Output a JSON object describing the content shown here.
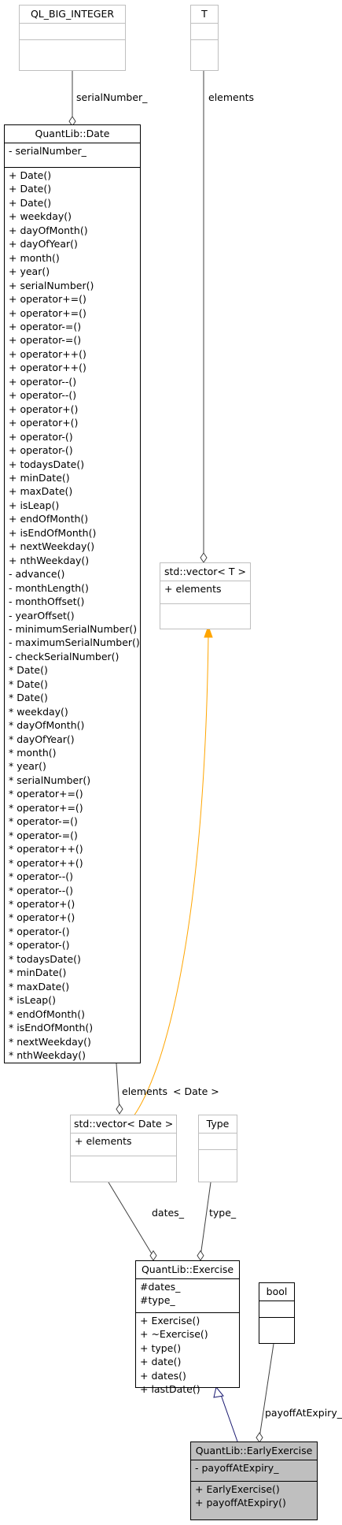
{
  "ql_big_integer": {
    "title": "QL_BIG_INTEGER"
  },
  "t_box": {
    "title": "T"
  },
  "date_box": {
    "title": "QuantLib::Date",
    "attributes": [
      "- serialNumber_"
    ],
    "methods": [
      "+ Date()",
      "+ Date()",
      "+ Date()",
      "+ weekday()",
      "+ dayOfMonth()",
      "+ dayOfYear()",
      "+ month()",
      "+ year()",
      "+ serialNumber()",
      "+ operator+=()",
      "+ operator+=()",
      "+ operator-=()",
      "+ operator-=()",
      "+ operator++()",
      "+ operator++()",
      "+ operator--()",
      "+ operator--()",
      "+ operator+()",
      "+ operator+()",
      "+ operator-()",
      "+ operator-()",
      "+ todaysDate()",
      "+ minDate()",
      "+ maxDate()",
      "+ isLeap()",
      "+ endOfMonth()",
      "+ isEndOfMonth()",
      "+ nextWeekday()",
      "+ nthWeekday()",
      "- advance()",
      "- monthLength()",
      "- monthOffset()",
      "- yearOffset()",
      "- minimumSerialNumber()",
      "- maximumSerialNumber()",
      "- checkSerialNumber()",
      "* Date()",
      "* Date()",
      "* Date()",
      "* weekday()",
      "* dayOfMonth()",
      "* dayOfYear()",
      "* month()",
      "* year()",
      "* serialNumber()",
      "* operator+=()",
      "* operator+=()",
      "* operator-=()",
      "* operator-=()",
      "* operator++()",
      "* operator++()",
      "* operator--()",
      "* operator--()",
      "* operator+()",
      "* operator+()",
      "* operator-()",
      "* operator-()",
      "* todaysDate()",
      "* minDate()",
      "* maxDate()",
      "* isLeap()",
      "* endOfMonth()",
      "* isEndOfMonth()",
      "* nextWeekday()",
      "* nthWeekday()"
    ]
  },
  "vector_t": {
    "title": "std::vector< T >",
    "attributes": [
      "+ elements"
    ]
  },
  "vector_date": {
    "title": "std::vector< Date >",
    "attributes": [
      "+ elements"
    ]
  },
  "type_box": {
    "title": "Type"
  },
  "bool_box": {
    "title": "bool"
  },
  "exercise_box": {
    "title": "QuantLib::Exercise",
    "attributes": [
      "#dates_",
      "#type_"
    ],
    "methods": [
      "+ Exercise()",
      "+ ~Exercise()",
      "+ type()",
      "+ date()",
      "+ dates()",
      "+ lastDate()"
    ]
  },
  "early_box": {
    "title": "QuantLib::EarlyExercise",
    "attributes": [
      "- payoffAtExpiry_"
    ],
    "methods": [
      "+ EarlyExercise()",
      "+ payoffAtExpiry()"
    ]
  },
  "labels": {
    "serial_number": "serialNumber_",
    "elements_t": "elements",
    "elements_date": "elements",
    "date_template": "< Date >",
    "dates": "dates_",
    "type": "type_",
    "payoff": "payoffAtExpiry_"
  },
  "colors": {
    "template_edge": "#ffa500",
    "inheritance_edge": "#191970",
    "highlight": "#bfbfbf"
  }
}
